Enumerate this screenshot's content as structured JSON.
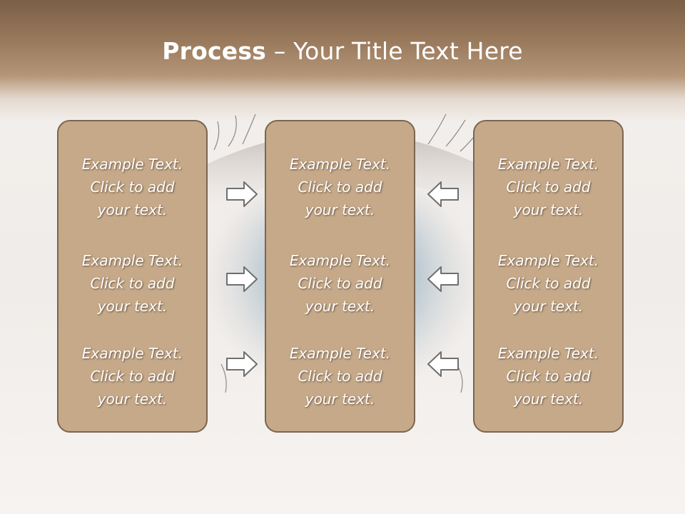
{
  "slide": {
    "title_bold": "Process",
    "title_rest": " – Your Title Text Here",
    "colors": {
      "header_brown": "#967659",
      "panel_fill": "#c5a989",
      "panel_border": "#7b6552",
      "arrow_fill": "#ffffff",
      "arrow_stroke": "#6f6f6f"
    }
  },
  "panels": [
    {
      "items": [
        {
          "line1": "Example Text.",
          "line2": "Click  to add",
          "line3": "your text."
        },
        {
          "line1": "Example Text.",
          "line2": "Click  to add",
          "line3": "your text."
        },
        {
          "line1": "Example Text.",
          "line2": "Click  to add",
          "line3": "your text."
        }
      ]
    },
    {
      "items": [
        {
          "line1": "Example Text.",
          "line2": "Click  to add",
          "line3": "your text."
        },
        {
          "line1": "Example Text.",
          "line2": "Click  to add",
          "line3": "your text."
        },
        {
          "line1": "Example Text.",
          "line2": "Click  to add",
          "line3": "your text."
        }
      ]
    },
    {
      "items": [
        {
          "line1": "Example Text.",
          "line2": "Click  to add",
          "line3": "your text."
        },
        {
          "line1": "Example Text.",
          "line2": "Click  to add",
          "line3": "your text."
        },
        {
          "line1": "Example Text.",
          "line2": "Click  to add",
          "line3": "your text."
        }
      ]
    }
  ],
  "arrows": {
    "left_group": [
      "arrow-right-icon",
      "arrow-right-icon",
      "arrow-right-icon"
    ],
    "right_group": [
      "arrow-left-icon",
      "arrow-left-icon",
      "arrow-left-icon"
    ]
  }
}
